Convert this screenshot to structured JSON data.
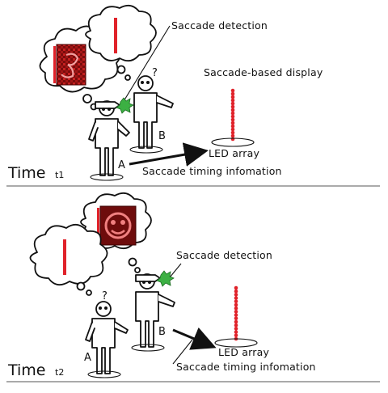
{
  "panel_top": {
    "labels": {
      "saccade_detection": "Saccade detection",
      "saccade_based_display": "Saccade-based display",
      "led_array": "LED array",
      "saccade_timing": "Saccade timing infomation",
      "time": "Time",
      "time_sub": "t1",
      "person_a": "A",
      "person_b": "B",
      "question": "?"
    }
  },
  "panel_bottom": {
    "labels": {
      "saccade_detection": "Saccade detection",
      "led_array": "LED array",
      "saccade_timing": "Saccade timing infomation",
      "time": "Time",
      "time_sub": "t2",
      "person_a": "A",
      "person_b": "B",
      "question": "?"
    }
  },
  "colors": {
    "led": "#e0222a",
    "display_bg": "#8a1010",
    "eye_glow": "#3cb043",
    "ink": "#111111"
  },
  "icons": [
    "thought-bubble",
    "led-bar",
    "led-image",
    "eye-tracker-icon",
    "arrow"
  ]
}
